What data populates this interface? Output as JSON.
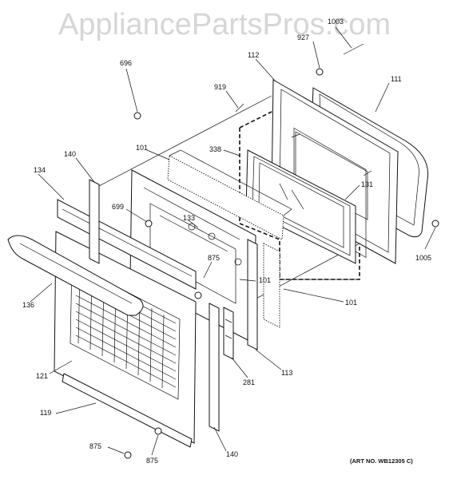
{
  "watermark": "AppliancePartsPros.com",
  "art_number": "(ART NO. WB12305 C)",
  "callouts": {
    "c696": "696",
    "c140_top": "140",
    "c134": "134",
    "c101_top": "101",
    "c699": "699",
    "c133": "133",
    "c136": "136",
    "c121": "121",
    "c119": "119",
    "c875_bl": "875",
    "c875_b": "875",
    "c140_bottom": "140",
    "c875_mid": "875",
    "c101_mid": "101",
    "c101_right": "101",
    "c281": "281",
    "c113": "113",
    "c919": "919",
    "c338": "338",
    "c112": "112",
    "c927": "927",
    "c1003": "1003",
    "c111": "111",
    "c131": "131",
    "c1005": "1005"
  }
}
